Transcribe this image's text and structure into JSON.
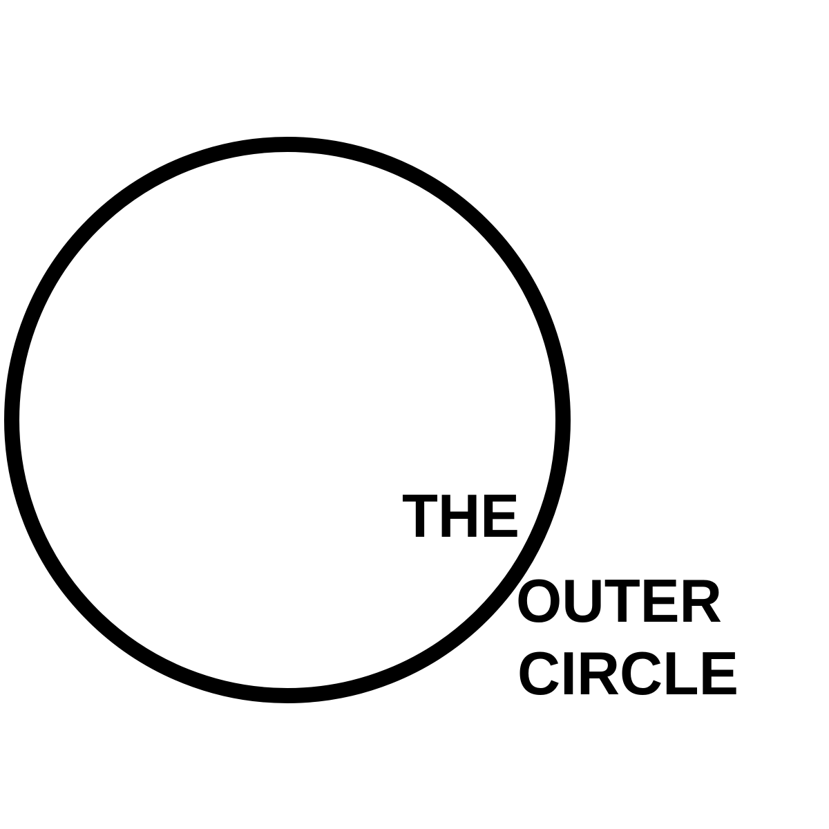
{
  "logo": {
    "line1": "THE",
    "line2": "OUTER",
    "line3": "CIRCLE",
    "colors": {
      "ink": "#000000",
      "background": "#ffffff"
    }
  }
}
